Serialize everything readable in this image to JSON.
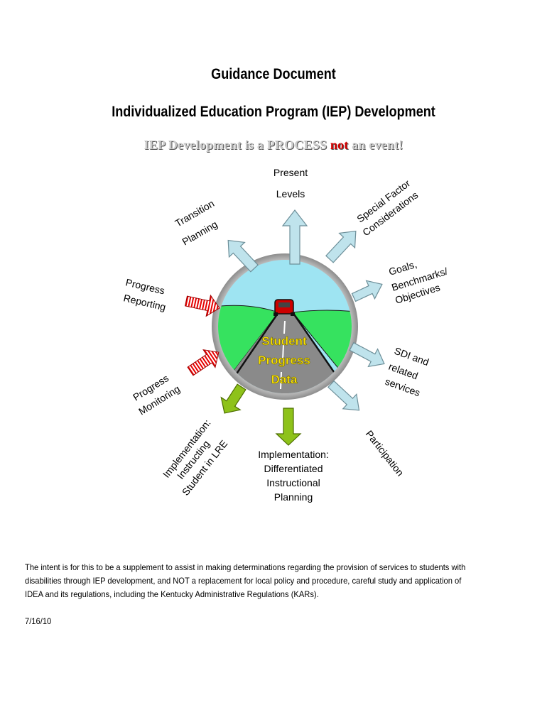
{
  "header": {
    "title": "Guidance Document",
    "subtitle": "Individualized Education Program (IEP) Development"
  },
  "tagline": {
    "before": "IEP Development is a PROCESS ",
    "highlight": "not",
    "after": " an event!"
  },
  "diagram": {
    "center_lines": [
      "Student",
      "Progress",
      "Data"
    ],
    "present_levels": [
      "Present",
      "Levels"
    ],
    "special_factor": [
      "Special Factor",
      "Considerations"
    ],
    "goals": [
      "Goals,",
      "Benchmarks/",
      "Objectives"
    ],
    "sdi": [
      "SDI and",
      "related",
      "services"
    ],
    "participation": "Participation",
    "diff_planning": [
      "Implementation:",
      "Differentiated",
      "Instructional",
      "Planning"
    ],
    "instructing_lre": [
      "Implementation:",
      "Instructing",
      "Student in LRE"
    ],
    "monitoring": [
      "Progress",
      "Monitoring"
    ],
    "reporting": [
      "Progress",
      "Reporting"
    ],
    "transition": [
      "Transition",
      "Planning"
    ],
    "colors": {
      "arrow_blue": "#bfe3ec",
      "arrow_green": "#8ec21a",
      "arrow_red": "#e60000",
      "sky": "#9ee4f2",
      "grass": "#36e25f",
      "road": "#8a8a8a",
      "center_text": "#ffe600"
    }
  },
  "footer": {
    "note": "The intent is for this to be a supplement to assist in making determinations regarding the provision of services to students with disabilities through IEP development, and NOT a replacement for local policy and procedure, careful study and application of IDEA and its regulations, including the Kentucky Administrative Regulations (KARs).",
    "date": "7/16/10"
  }
}
